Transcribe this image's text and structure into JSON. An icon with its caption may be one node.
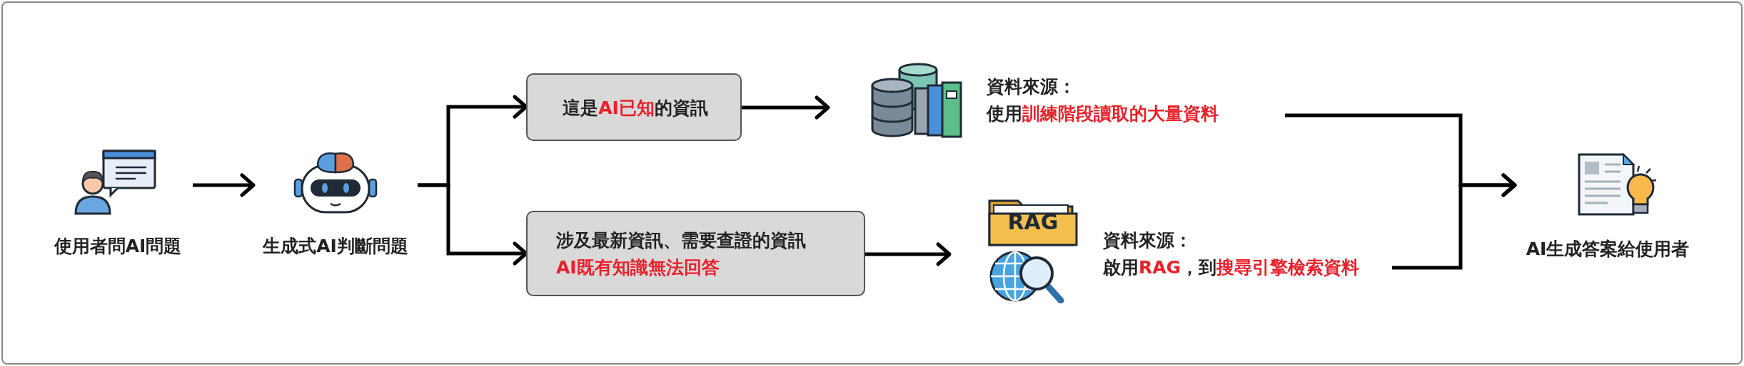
{
  "diagram": {
    "nodes": [
      {
        "text": [
          "使用者問AI問題"
        ]
      },
      {
        "text": [
          "生成式AI判斷問題"
        ]
      },
      {
        "text": [
          "這是**AI已知**的資訊"
        ]
      },
      {
        "text": [
          "涉及最新資訊、需要查證的資訊",
          "AI既有知識無法回答"
        ]
      },
      {
        "text": [
          "資料來源：",
          "使用**訓練階段讀取的大量資料**"
        ]
      },
      {
        "text": [
          "資料來源：",
          "啟用**RAG**，到**搜尋引擎檢索資料**"
        ]
      },
      {
        "text": [
          "AI生成答案給使用者"
        ]
      }
    ],
    "edges": [
      {
        "from": 0,
        "to": 1,
        "arrow": "to"
      },
      {
        "from": 1,
        "to": 2,
        "arrow": "to"
      },
      {
        "from": 1,
        "to": 3,
        "arrow": "to"
      },
      {
        "from": 2,
        "to": 4,
        "arrow": "to"
      },
      {
        "from": 3,
        "to": 5,
        "arrow": "to"
      },
      {
        "from": 4,
        "to": 6,
        "arrow": "to"
      },
      {
        "from": 5,
        "to": 6,
        "arrow": "to"
      }
    ],
    "labels": [
      "RAG"
    ]
  }
}
